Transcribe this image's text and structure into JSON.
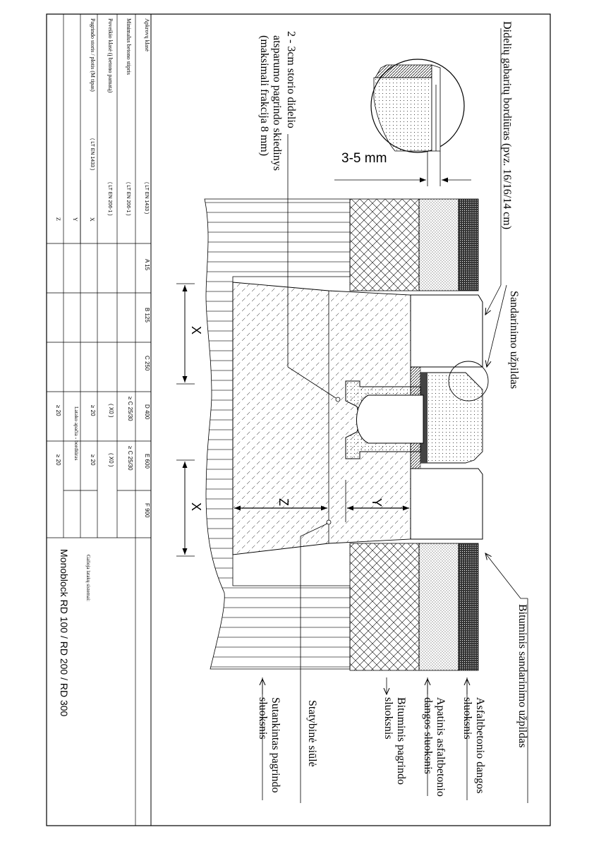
{
  "drawing": {
    "callouts": {
      "big_curb": "Didelių gabaritų bordiūras (pvz. 16/16/14 cm)",
      "sealing_fill": "Sandarinimo užpildas",
      "bitumen_seal": "Bituminis sandarinimo užpildas",
      "gap": "3-5 mm",
      "bedding_line1": "2 - 3cm storio didelio",
      "bedding_line2": "atsparumo pagrindo skiedinys",
      "bedding_line3": "(maksimali frakcija 8 mm)",
      "layer_asphalt_1": "Asfaltbetonio dangos",
      "layer_asphalt_2": "sluoksnis",
      "layer_lower_1": "Apatinis asfaltbetonio",
      "layer_lower_2": "dangos sluoksnis",
      "layer_bitbase_1": "Bituminis pagrindo",
      "layer_bitbase_2": "sluoksnis",
      "construction_joint": "Statybinė siūlė",
      "compacted_1": "Sutankintas pagrindo",
      "compacted_2": "sluoksnis"
    },
    "dims": {
      "x": "X",
      "y": "Y",
      "z": "Z"
    }
  },
  "table": {
    "rows": [
      {
        "label": "Apkrovų klasė",
        "std": "( LT EN 1433 )",
        "cells": [
          "A 15",
          "B 125",
          "C 250",
          "D 400",
          "E 600",
          "F 900"
        ]
      },
      {
        "label": "Minimalus betono stipris",
        "std": "( LT EN 206-1 )",
        "cells": [
          "",
          "",
          "",
          "≥ C 25/30",
          "≥ C 25/30",
          ""
        ]
      },
      {
        "label": "Poveikio klasė (į betono pamatą)",
        "std": "( LT EN 206-1 )",
        "cells": [
          "",
          "",
          "",
          "( X0 )",
          "( X0 )",
          ""
        ]
      },
      {
        "label": "Pagrindo storis / plotis (M tipas)",
        "std": "( LT EN 1433 )",
        "sub": "X",
        "cells": [
          "",
          "",
          "",
          "≥ 20",
          "≥ 20",
          ""
        ]
      },
      {
        "label": "",
        "std": "",
        "sub": "Y",
        "merged": "Latako apačia - bordiūras",
        "cells": []
      },
      {
        "label": "",
        "std": "",
        "sub": "Z",
        "cells": [
          "",
          "",
          "",
          "≥ 20",
          "≥ 20",
          ""
        ]
      }
    ],
    "system_label": "Galioja latakų sistemai:",
    "product": "Monoblock RD 100 / RD 200 / RD 300"
  }
}
